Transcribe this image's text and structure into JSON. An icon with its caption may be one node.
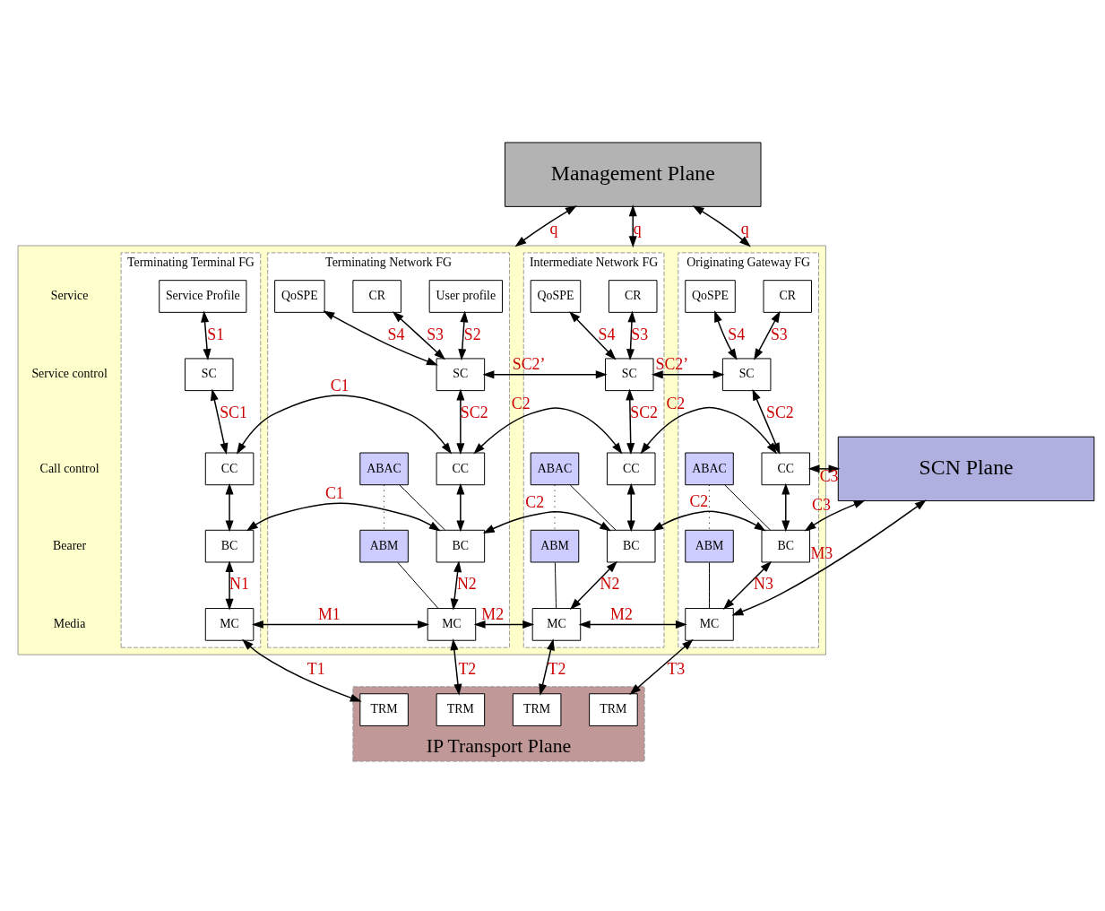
{
  "diagram": {
    "nodes": [
      {
        "text": [
          "Management Plane"
        ]
      },
      {
        "text": [
          "SCN Plane"
        ]
      },
      {
        "text": [],
        "shape": "box"
      },
      {
        "text": [
          "Originating Gateway FG"
        ],
        "in": 2
      },
      {
        "text": [
          "CR"
        ],
        "in": 3
      },
      {
        "text": [
          "QoSPE"
        ],
        "in": 3
      },
      {
        "text": [
          "SC"
        ],
        "in": 3
      },
      {
        "text": [
          "CC"
        ],
        "in": 3
      },
      {
        "text": [
          "ABAC"
        ],
        "in": 3
      },
      {
        "text": [
          "BC"
        ],
        "in": 3
      },
      {
        "text": [
          "ABM"
        ],
        "in": 3
      },
      {
        "text": [
          "MC"
        ],
        "in": 3
      },
      {
        "text": [
          "Intermediate Network FG"
        ],
        "in": 2
      },
      {
        "text": [
          "CR"
        ],
        "in": 12
      },
      {
        "text": [
          "QoSPE"
        ],
        "in": 12
      },
      {
        "text": [
          "SC"
        ],
        "in": 12
      },
      {
        "text": [
          "CC"
        ],
        "in": 12
      },
      {
        "text": [
          "ABAC"
        ],
        "in": 12
      },
      {
        "text": [
          "BC"
        ],
        "in": 12
      },
      {
        "text": [
          "ABM"
        ],
        "in": 12
      },
      {
        "text": [
          "MC"
        ],
        "in": 12
      },
      {
        "text": [
          "Terminating Network FG"
        ],
        "in": 2
      },
      {
        "text": [
          "User profile"
        ],
        "in": 21
      },
      {
        "text": [
          "CR"
        ],
        "in": 21
      },
      {
        "text": [
          "QoSPE"
        ],
        "in": 21
      },
      {
        "text": [
          "SC"
        ],
        "in": 21
      },
      {
        "text": [
          "CC"
        ],
        "in": 21
      },
      {
        "text": [
          "ABAC"
        ],
        "in": 21
      },
      {
        "text": [
          "BC"
        ],
        "in": 21
      },
      {
        "text": [
          "ABM"
        ],
        "in": 21
      },
      {
        "text": [
          "MC"
        ],
        "in": 21
      },
      {
        "text": [
          "Terminating Terminal FG"
        ],
        "in": 2
      },
      {
        "text": [
          "Service Profile"
        ],
        "in": 31
      },
      {
        "text": [
          "SC"
        ],
        "in": 31
      },
      {
        "text": [
          "CC"
        ],
        "in": 31
      },
      {
        "text": [
          "BC"
        ],
        "in": 31
      },
      {
        "text": [
          "MC"
        ],
        "in": 31
      },
      {
        "text": [
          "IP Transport Plane"
        ]
      },
      {
        "text": [
          "TRM"
        ],
        "in": 37
      },
      {
        "text": [
          "TRM"
        ],
        "in": 37
      },
      {
        "text": [
          "TRM"
        ],
        "in": 37
      },
      {
        "text": [
          "TRM"
        ],
        "in": 37
      }
    ],
    "edges": [
      {
        "from": 0,
        "to": 2,
        "arrow": "both",
        "label": "q"
      },
      {
        "from": 0,
        "to": 2,
        "arrow": "both",
        "label": "q"
      },
      {
        "from": 0,
        "to": 2,
        "arrow": "both",
        "label": "q"
      },
      {
        "from": 4,
        "to": 6,
        "arrow": "both",
        "label": "S3"
      },
      {
        "from": 5,
        "to": 6,
        "arrow": "both",
        "label": "S4"
      },
      {
        "from": 6,
        "to": 7,
        "arrow": "both",
        "label": "SC2"
      },
      {
        "from": 7,
        "to": 9,
        "arrow": "both"
      },
      {
        "from": 9,
        "to": 11,
        "arrow": "both",
        "label": "N3"
      },
      {
        "from": 11,
        "to": 38,
        "arrow": "both",
        "label": "T3"
      },
      {
        "from": 8,
        "to": 10,
        "arrow": "none",
        "style": "dashed"
      },
      {
        "from": 8,
        "to": 9,
        "arrow": "none"
      },
      {
        "from": 10,
        "to": 11,
        "arrow": "none"
      },
      {
        "from": 13,
        "to": 15,
        "arrow": "both",
        "label": "S3"
      },
      {
        "from": 14,
        "to": 15,
        "arrow": "both",
        "label": "S4"
      },
      {
        "from": 15,
        "to": 16,
        "arrow": "both",
        "label": "SC2"
      },
      {
        "from": 16,
        "to": 18,
        "arrow": "both"
      },
      {
        "from": 18,
        "to": 20,
        "arrow": "both",
        "label": "N2"
      },
      {
        "from": 20,
        "to": 39,
        "arrow": "both",
        "label": "T2"
      },
      {
        "from": 17,
        "to": 19,
        "arrow": "none",
        "style": "dashed"
      },
      {
        "from": 17,
        "to": 18,
        "arrow": "none"
      },
      {
        "from": 19,
        "to": 20,
        "arrow": "none"
      },
      {
        "from": 22,
        "to": 25,
        "arrow": "both",
        "label": "S2"
      },
      {
        "from": 23,
        "to": 25,
        "arrow": "both",
        "label": "S3"
      },
      {
        "from": 24,
        "to": 25,
        "arrow": "both",
        "label": "S4"
      },
      {
        "from": 25,
        "to": 26,
        "arrow": "both",
        "label": "SC2"
      },
      {
        "from": 26,
        "to": 28,
        "arrow": "both"
      },
      {
        "from": 28,
        "to": 30,
        "arrow": "both",
        "label": "N2"
      },
      {
        "from": 30,
        "to": 40,
        "arrow": "both",
        "label": "T2"
      },
      {
        "from": 27,
        "to": 29,
        "arrow": "none",
        "style": "dashed"
      },
      {
        "from": 27,
        "to": 28,
        "arrow": "none"
      },
      {
        "from": 29,
        "to": 30,
        "arrow": "none"
      },
      {
        "from": 32,
        "to": 33,
        "arrow": "both",
        "label": "S1"
      },
      {
        "from": 33,
        "to": 34,
        "arrow": "both",
        "label": "SC1"
      },
      {
        "from": 34,
        "to": 35,
        "arrow": "both"
      },
      {
        "from": 35,
        "to": 36,
        "arrow": "both",
        "label": "N1"
      },
      {
        "from": 36,
        "to": 41,
        "arrow": "both",
        "label": "T1"
      },
      {
        "from": 1,
        "to": 7,
        "arrow": "both",
        "label": "C3"
      },
      {
        "from": 1,
        "to": 9,
        "arrow": "both",
        "label": "C3"
      },
      {
        "from": 1,
        "to": 11,
        "arrow": "both",
        "label": "M3"
      },
      {
        "from": 6,
        "to": 15,
        "arrow": "both",
        "label": "SC2’"
      },
      {
        "from": 15,
        "to": 25,
        "arrow": "both",
        "label": "SC2’"
      },
      {
        "from": 7,
        "to": 16,
        "arrow": "both",
        "label": "C2"
      },
      {
        "from": 16,
        "to": 26,
        "arrow": "both",
        "label": "C2"
      },
      {
        "from": 26,
        "to": 34,
        "arrow": "both",
        "label": "C1"
      },
      {
        "from": 9,
        "to": 18,
        "arrow": "both",
        "label": "C2"
      },
      {
        "from": 18,
        "to": 28,
        "arrow": "both",
        "label": "C2"
      },
      {
        "from": 28,
        "to": 35,
        "arrow": "both",
        "label": "C1"
      },
      {
        "from": 11,
        "to": 20,
        "arrow": "both",
        "label": "M2"
      },
      {
        "from": 20,
        "to": 30,
        "arrow": "both",
        "label": "M2"
      },
      {
        "from": 30,
        "to": 36,
        "arrow": "both",
        "label": "M1"
      }
    ],
    "labels": [
      "Service",
      "Service control",
      "Call control",
      "Bearer",
      "Media"
    ]
  }
}
